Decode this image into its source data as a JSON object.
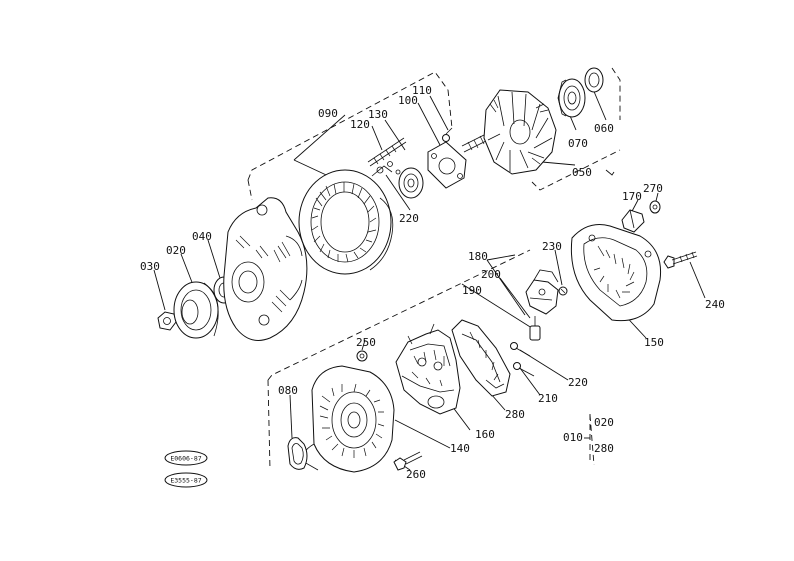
{
  "labels": {
    "p030": "030",
    "p020": "020",
    "p040": "040",
    "p090": "090",
    "p120": "120",
    "p130": "130",
    "p100": "100",
    "p110": "110",
    "p220a": "220",
    "p070": "070",
    "p060": "060",
    "p050": "050",
    "p170": "170",
    "p270": "270",
    "p240": "240",
    "p150": "150",
    "p180": "180",
    "p200": "200",
    "p190": "190",
    "p230": "230",
    "p250": "250",
    "p220b": "220",
    "p210": "210",
    "p280": "280",
    "p160": "160",
    "p140": "140",
    "p080": "080",
    "p260": "260",
    "p010": "010",
    "p020b": "020",
    "p280b": "280"
  },
  "ovals": {
    "top": "E0606-87",
    "bottom": "E3555-87"
  }
}
